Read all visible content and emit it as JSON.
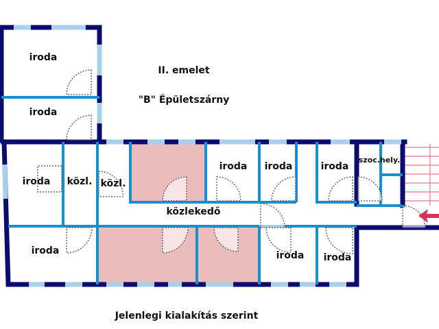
{
  "plan": {
    "floor_title": "II. emelet",
    "wing_title": "\"B\" Épületszárny",
    "caption": "Jelenlegi kialakítás szerint",
    "rooms": [
      "iroda",
      "iroda",
      "iroda",
      "közl.",
      "közl.",
      "iroda",
      "iroda",
      "iroda",
      "szoc.hely.",
      "közlekedő",
      "iroda",
      "iroda",
      "iroda"
    ],
    "colors": {
      "outer_wall": "#0b0b70",
      "window": "#a9cfea",
      "inner_wall": "#1a8fd0",
      "highlight_room": "#ebbcbc",
      "arrow": "#d8315b"
    }
  }
}
